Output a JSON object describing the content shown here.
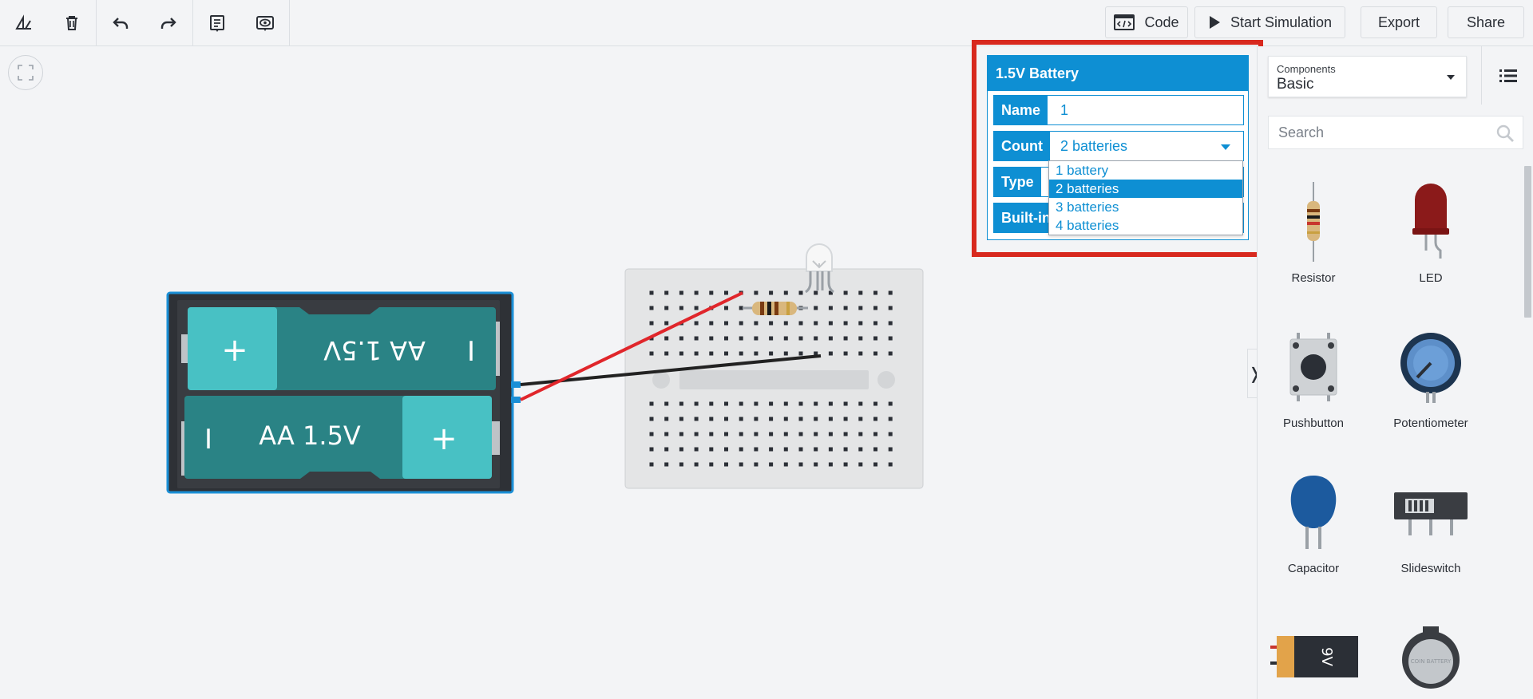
{
  "toolbar": {
    "left_icons": [
      "rotate-icon",
      "delete-icon",
      "undo-icon",
      "redo-icon",
      "notes-icon",
      "visibility-icon"
    ],
    "code_label": "Code",
    "start_label": "Start Simulation",
    "export_label": "Export",
    "share_label": "Share"
  },
  "inspector": {
    "title": "1.5V Battery",
    "name_label": "Name",
    "name_value": "1",
    "count_label": "Count",
    "count_value": "2 batteries",
    "type_label": "Type",
    "builtin_label": "Built-in",
    "count_options": [
      {
        "label": "1 battery",
        "selected": false
      },
      {
        "label": "2 batteries",
        "selected": true
      },
      {
        "label": "3 batteries",
        "selected": false
      },
      {
        "label": "4 batteries",
        "selected": false
      }
    ]
  },
  "battery_pack": {
    "cell_top_label": "AA 1.5V",
    "cell_bottom_label": "AA 1.5V",
    "plus": "+",
    "minus": "I"
  },
  "sidebar": {
    "components_small": "Components",
    "components_value": "Basic",
    "search_placeholder": "Search",
    "items": [
      {
        "label": "Resistor"
      },
      {
        "label": "LED"
      },
      {
        "label": "Pushbutton"
      },
      {
        "label": "Potentiometer"
      },
      {
        "label": "Capacitor"
      },
      {
        "label": "Slideswitch"
      }
    ],
    "nine_volt_label": "9V",
    "coin_label": "COIN BATTERY"
  },
  "colors": {
    "accent": "#0e8fd3",
    "highlight": "#d8291e",
    "battery_teal": "#2a8385",
    "battery_light": "#48c1c4",
    "wire_red": "#e0262b",
    "wire_black": "#222222"
  }
}
